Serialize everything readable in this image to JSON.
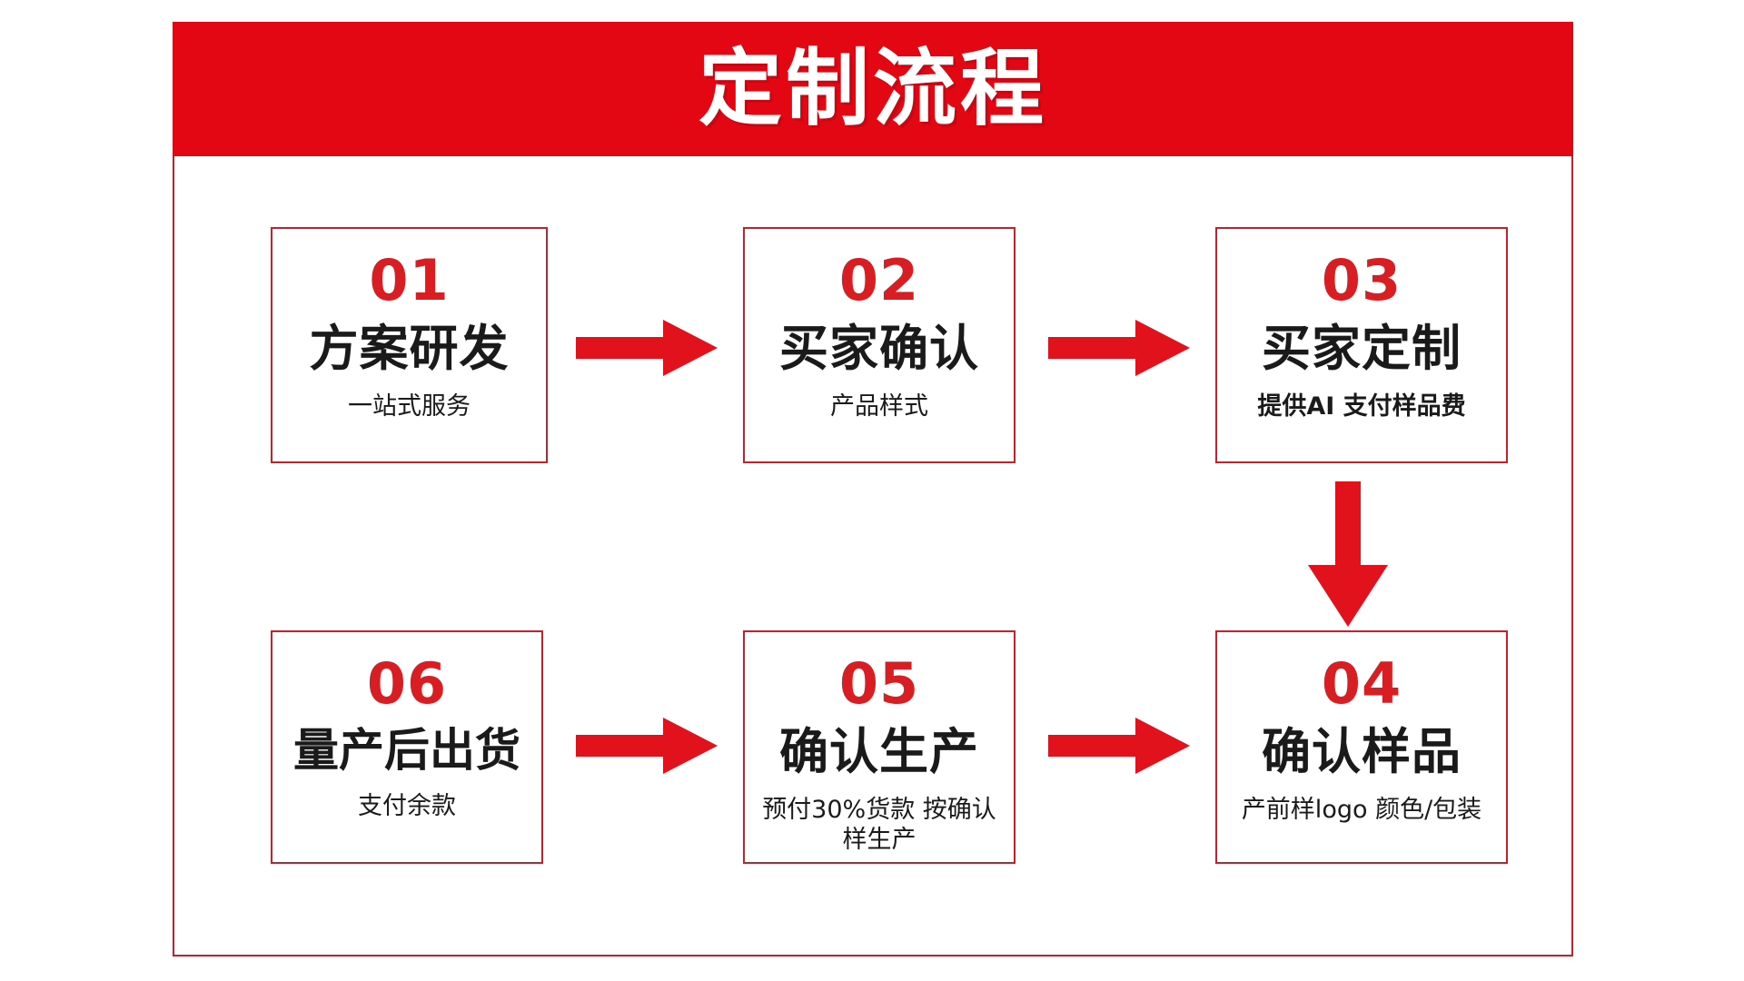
{
  "header": {
    "title": "定制流程"
  },
  "colors": {
    "banner_red": "#E30613",
    "number_red": "#D81E22",
    "border_red": "#C8202A",
    "arrow_red": "#E1121C",
    "text_black": "#1a1a1a",
    "background": "#FFFFFF"
  },
  "steps": [
    {
      "number": "01",
      "title": "方案研发",
      "desc": "一站式服务"
    },
    {
      "number": "02",
      "title": "买家确认",
      "desc": "产品样式"
    },
    {
      "number": "03",
      "title": "买家定制",
      "desc": "提供AI 支付样品费"
    },
    {
      "number": "04",
      "title": "确认样品",
      "desc": "产前样logo 颜色/包装"
    },
    {
      "number": "05",
      "title": "确认生产",
      "desc": "预付30%货款 按确认样生产"
    },
    {
      "number": "06",
      "title": "量产后出货",
      "desc": "支付余款"
    }
  ],
  "arrows": [
    {
      "name": "arrow-step-01-to-02",
      "direction": "right"
    },
    {
      "name": "arrow-step-02-to-03",
      "direction": "right"
    },
    {
      "name": "arrow-step-03-to-04",
      "direction": "down"
    },
    {
      "name": "arrow-step-05-to-04",
      "direction": "right"
    },
    {
      "name": "arrow-step-06-to-05",
      "direction": "right"
    }
  ]
}
